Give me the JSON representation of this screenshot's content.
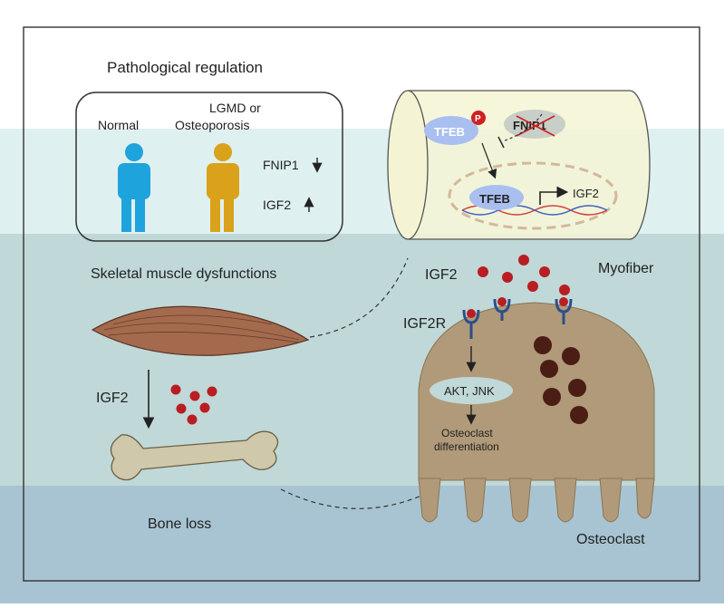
{
  "panel_title": "Pathological regulation",
  "people": {
    "normal_label": "Normal",
    "disease_label_line1": "LGMD or",
    "disease_label_line2": "Osteoporosis",
    "fnip1_label": "FNIP1",
    "igf2_label": "IGF2"
  },
  "myofiber": {
    "title": "Myofiber",
    "tfeb_label": "TFEB",
    "phospho_label": "P",
    "fnip1_label": "FNIP1",
    "nuclear_tfeb_label": "TFEB",
    "target_gene_label": "IGF2"
  },
  "left": {
    "muscle_caption": "Skeletal muscle dysfunctions",
    "igf2_label": "IGF2",
    "bone_caption": "Bone loss"
  },
  "osteoclast": {
    "igf2_label": "IGF2",
    "receptor_label": "IGF2R",
    "signaling_label": "AKT, JNK",
    "outcome_line1": "Osteoclast",
    "outcome_line2": "differentiation",
    "title": "Osteoclast"
  },
  "colors": {
    "band_light": "#dff0f1",
    "band_mid": "#c0d8d8",
    "band_dark": "#a8c4d2",
    "normal_person": "#1fa3dd",
    "disease_person": "#d9a21a",
    "igf2_dot": "#b81e22",
    "osteoclast_body": "#b09a79",
    "granule": "#4a1e14",
    "muscle": "#a46a4e",
    "bone": "#cfc8ab",
    "receptor": "#2c4f8c",
    "tfeb": "#a9bff0"
  }
}
